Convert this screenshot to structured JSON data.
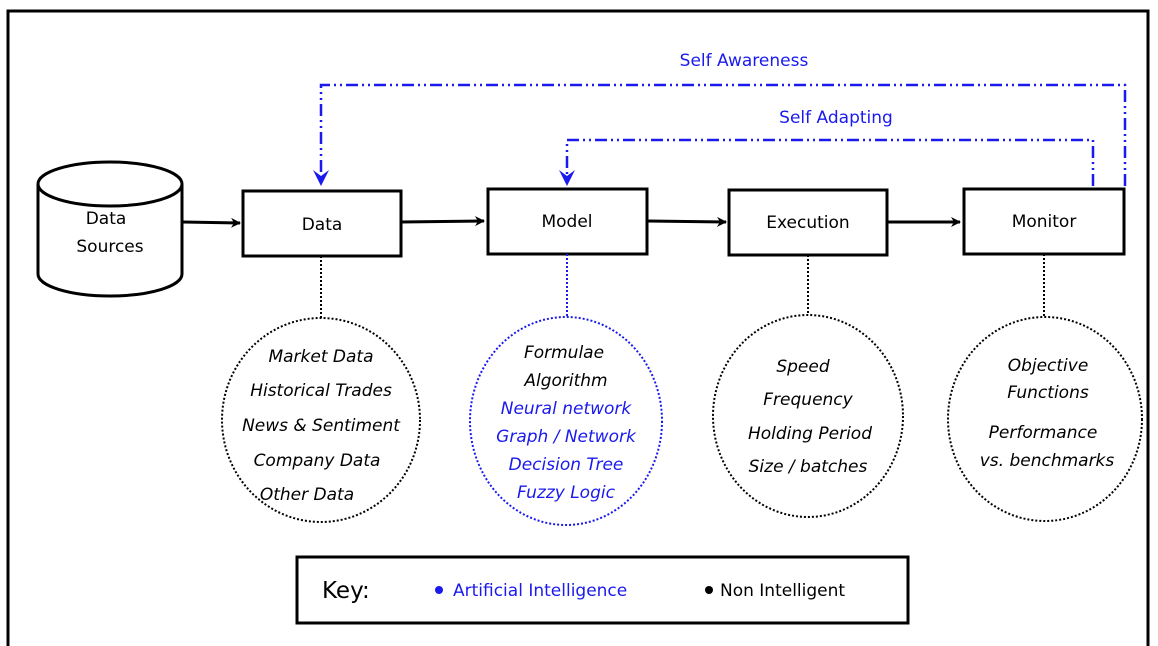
{
  "colors": {
    "ai": "#1a1aee",
    "non_ai": "#000000",
    "background": "#ffffff"
  },
  "feedback": {
    "self_awareness": "Self Awareness",
    "self_adapting": "Self Adapting"
  },
  "source": {
    "line1": "Data",
    "line2": "Sources",
    "icon": "database-cylinder-icon"
  },
  "nodes": {
    "data": "Data",
    "model": "Model",
    "execution": "Execution",
    "monitor": "Monitor"
  },
  "details": {
    "data": [
      "Market Data",
      "Historical Trades",
      "News & Sentiment",
      "Company Data",
      "Other Data"
    ],
    "model_plain": [
      "Formulae",
      "Algorithm"
    ],
    "model_ai": [
      "Neural network",
      "Graph / Network",
      "Decision Tree",
      "Fuzzy Logic"
    ],
    "execution": [
      "Speed",
      "Frequency",
      "Holding Period",
      "Size / batches"
    ],
    "monitor": [
      "Objective",
      "Functions",
      "Performance",
      "vs. benchmarks"
    ]
  },
  "key": {
    "title": "Key:",
    "ai_label": "Artificial Intelligence",
    "non_ai_label": "Non Intelligent"
  }
}
